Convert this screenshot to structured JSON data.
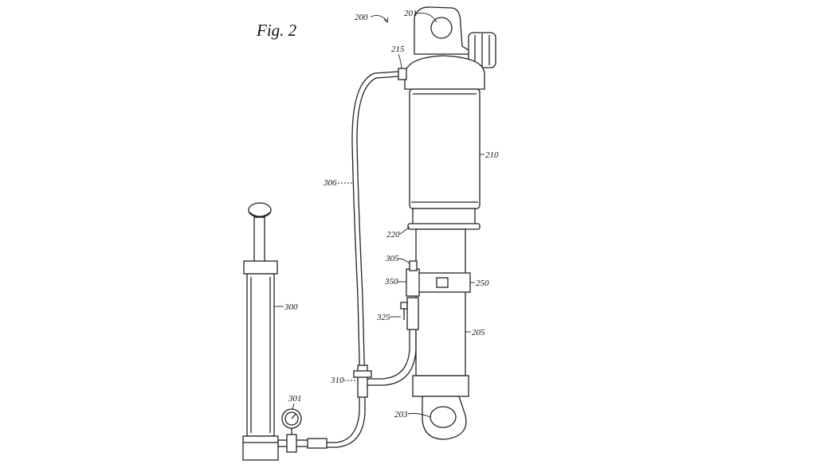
{
  "figure": {
    "title": "Fig.  2"
  },
  "labels": {
    "shock_assembly": "200",
    "top_eyelet": "201",
    "bottom_eyelet": "203",
    "damper_body": "205",
    "air_sleeve": "210",
    "top_valve": "215",
    "seal_ring": "220",
    "clamp_band": "250",
    "pump": "300",
    "pressure_gauge": "301",
    "upper_fitting": "305",
    "hose": "306",
    "t_fitting": "310",
    "release_valve": "325",
    "clamp_block": "350"
  }
}
